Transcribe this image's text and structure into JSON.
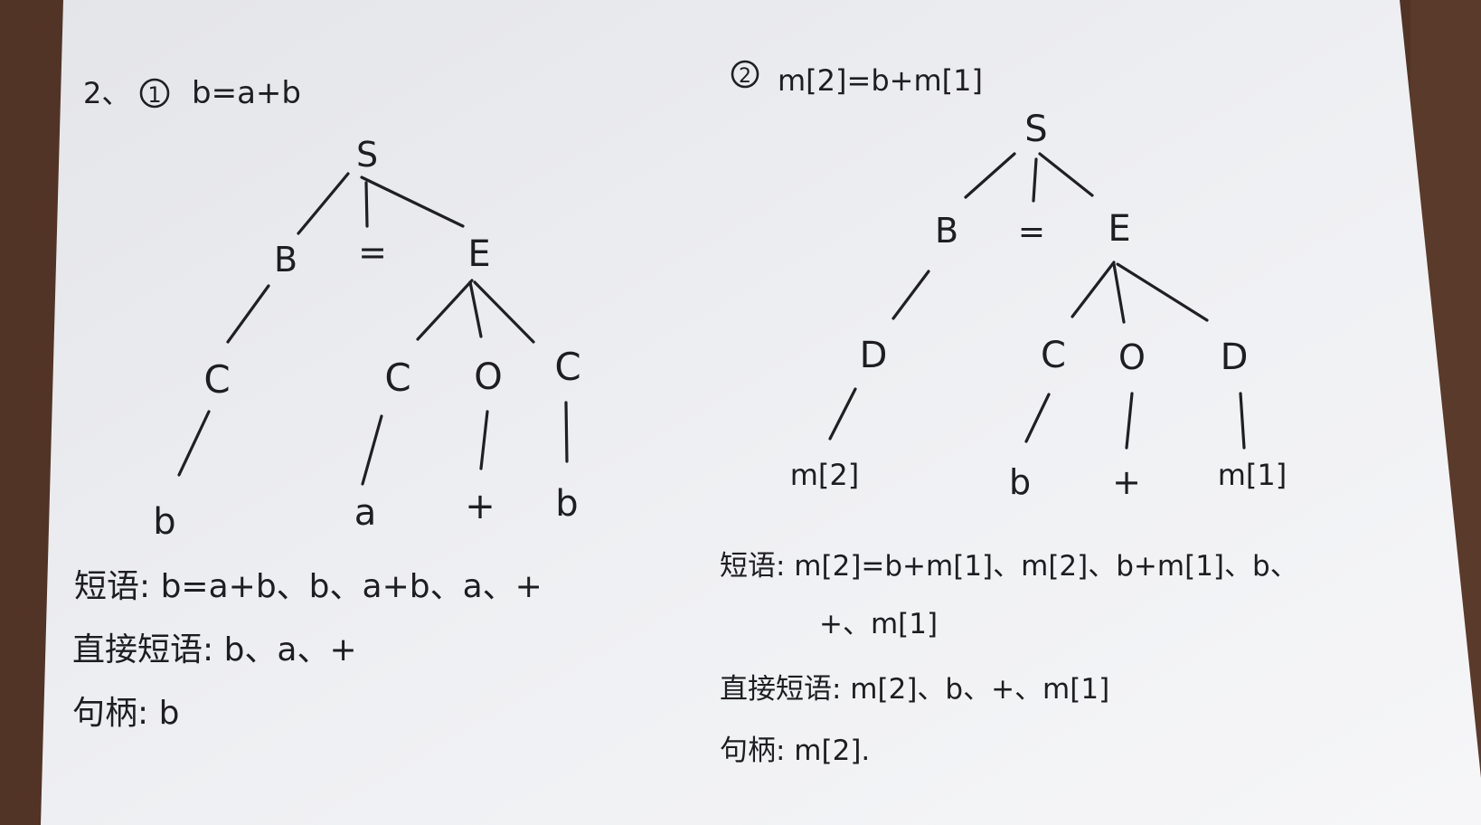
{
  "left": {
    "heading": {
      "number": "2、",
      "circle": "1",
      "expr": "b=a+b"
    },
    "tree": {
      "root": "S",
      "level1": [
        "B",
        "=",
        "E"
      ],
      "level2": [
        "C",
        "C",
        "O",
        "C"
      ],
      "leaves": [
        "b",
        "a",
        "+",
        "b"
      ]
    },
    "phrase_line": "短语: b=a+b、b、a+b、a、+",
    "direct_line": "直接短语: b、a、+",
    "handle_line": "句柄: b"
  },
  "right": {
    "heading": {
      "circle": "2",
      "expr": "m[2]=b+m[1]"
    },
    "tree": {
      "root": "S",
      "level1": [
        "B",
        "=",
        "E"
      ],
      "level2": [
        "D",
        "C",
        "O",
        "D"
      ],
      "leaves": [
        "m[2]",
        "b",
        "+",
        "m[1]"
      ]
    },
    "phrase_line1": "短语: m[2]=b+m[1]、m[2]、b+m[1]、b、",
    "phrase_line2": "+、m[1]",
    "direct_line": "直接短语: m[2]、b、+、m[1]",
    "handle_line": "句柄: m[2]."
  }
}
